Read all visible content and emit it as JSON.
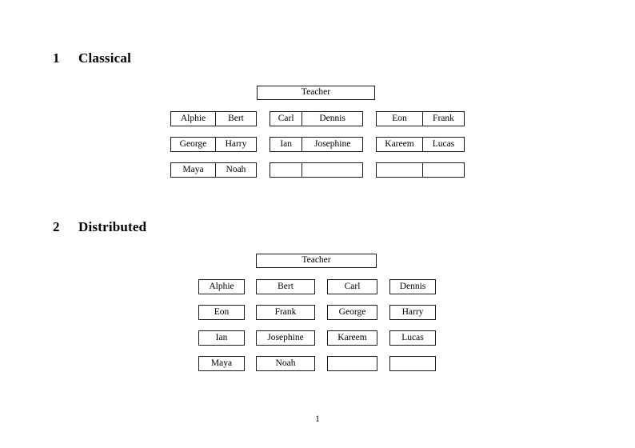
{
  "document": {
    "page_number": "1"
  },
  "sections": [
    {
      "number": "1",
      "title": "Classical",
      "teacher_label": "Teacher",
      "layout": "paired-columns",
      "groups": [
        {
          "rows": [
            {
              "left": "Alphie",
              "right": "Bert"
            },
            {
              "left": "George",
              "right": "Harry"
            },
            {
              "left": "Maya",
              "right": "Noah"
            }
          ]
        },
        {
          "rows": [
            {
              "left": "Carl",
              "right": "Dennis"
            },
            {
              "left": "Ian",
              "right": "Josephine"
            },
            {
              "left": "",
              "right": ""
            }
          ]
        },
        {
          "rows": [
            {
              "left": "Eon",
              "right": "Frank"
            },
            {
              "left": "Kareem",
              "right": "Lucas"
            },
            {
              "left": "",
              "right": ""
            }
          ]
        }
      ]
    },
    {
      "number": "2",
      "title": "Distributed",
      "teacher_label": "Teacher",
      "layout": "independent-boxes",
      "rows": [
        [
          "Alphie",
          "Bert",
          "Carl",
          "Dennis"
        ],
        [
          "Eon",
          "Frank",
          "George",
          "Harry"
        ],
        [
          "Ian",
          "Josephine",
          "Kareem",
          "Lucas"
        ],
        [
          "Maya",
          "Noah",
          "",
          ""
        ]
      ]
    }
  ]
}
